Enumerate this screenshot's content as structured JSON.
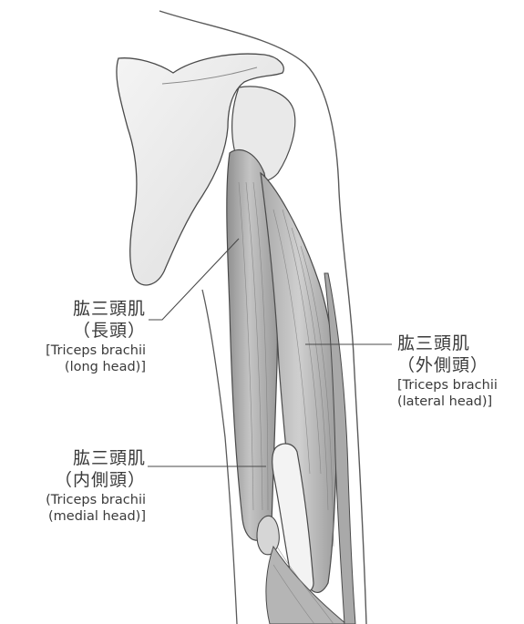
{
  "labels": {
    "long_head": {
      "jp_name": "肱三頭肌",
      "jp_part": "（長頭）",
      "en_line1": "[Triceps brachii",
      "en_line2": "(long head)]"
    },
    "lateral_head": {
      "jp_name": "肱三頭肌",
      "jp_part": "（外側頭）",
      "en_line1": "[Triceps brachii",
      "en_line2": "(lateral head)]"
    },
    "medial_head": {
      "jp_name": "肱三頭肌",
      "jp_part": "（内側頭）",
      "en_line1": "(Triceps brachii",
      "en_line2": "(medial head)]"
    }
  },
  "colors": {
    "line": "#4a4a4a",
    "bone": "#eeeeee",
    "muscle": "#bdbdbd",
    "muscle_dark": "#8f8f8f",
    "tendon": "#f2f2f2"
  }
}
